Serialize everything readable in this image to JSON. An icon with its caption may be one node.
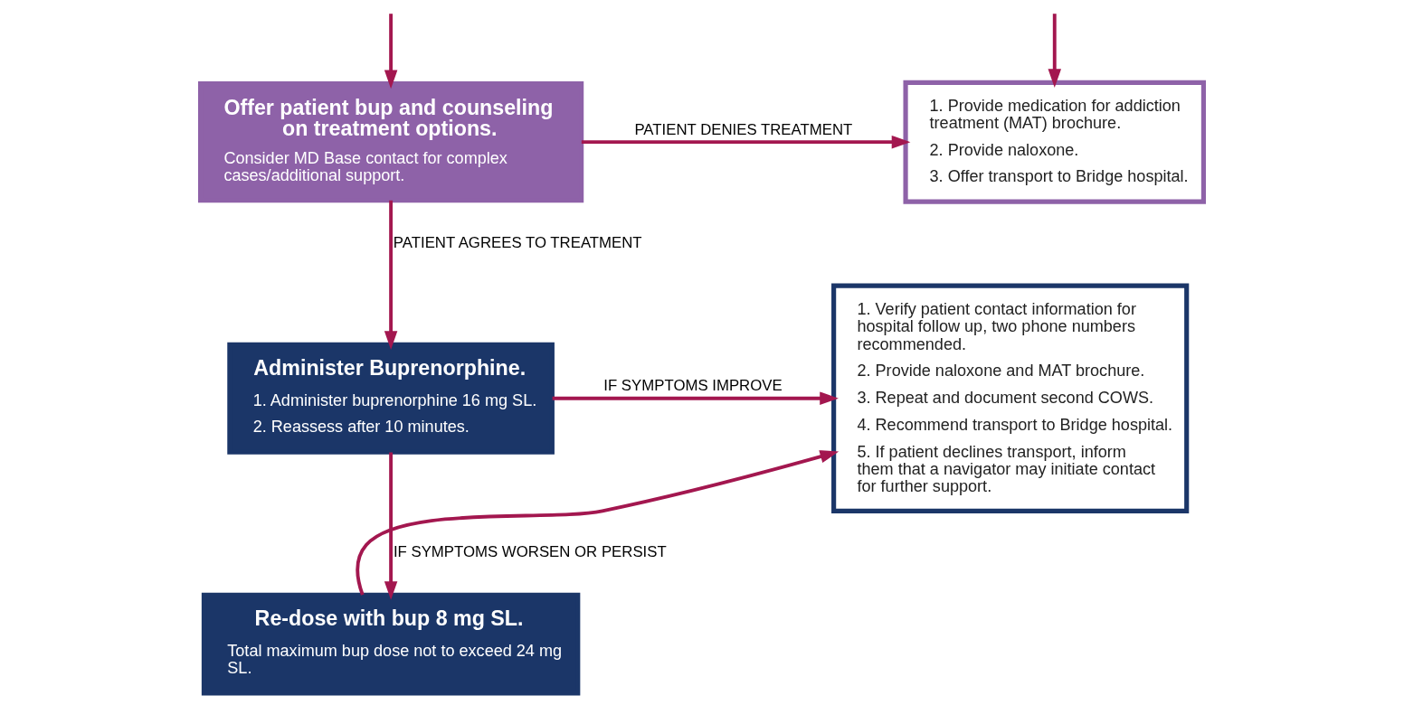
{
  "diagram": {
    "nodes": [
      {
        "text": [
          "Offer patient bup and counseling on treatment options.",
          "Consider MD Base contact for complex cases/additional support."
        ]
      },
      {
        "text": [
          "1. Provide medication for addiction treatment (MAT) brochure.",
          "2. Provide naloxone.",
          "3. Offer transport to Bridge hospital."
        ]
      },
      {
        "text": [
          "Administer Buprenorphine.",
          "1. Administer buprenorphine 16 mg SL.",
          "2. Reassess after 10 minutes."
        ]
      },
      {
        "text": [
          "1. Verify patient contact information for hospital follow up, two phone numbers recommended.",
          "2. Provide naloxone and MAT brochure.",
          "3. Repeat and document second COWS.",
          "4. Recommend transport to Bridge hospital.",
          "5. If patient declines transport, inform them that a navigator may initiate contact for further support."
        ]
      },
      {
        "text": [
          "Re-dose with bup 8 mg SL.",
          "Total maximum bup dose not to exceed 24 mg SL."
        ]
      }
    ],
    "edges": [
      {
        "from": null,
        "to": 0,
        "arrow": "to"
      },
      {
        "from": null,
        "to": 1,
        "arrow": "to"
      },
      {
        "from": 0,
        "to": 1,
        "arrow": "to",
        "label": "PATIENT DENIES TREATMENT"
      },
      {
        "from": 0,
        "to": 2,
        "arrow": "to",
        "label": "PATIENT AGREES TO TREATMENT"
      },
      {
        "from": 2,
        "to": 3,
        "arrow": "to",
        "label": "IF SYMPTOMS IMPROVE"
      },
      {
        "from": 2,
        "to": 4,
        "arrow": "to",
        "label": "IF SYMPTOMS WORSEN OR PERSIST"
      },
      {
        "from": 4,
        "to": 3,
        "arrow": "to"
      }
    ]
  }
}
